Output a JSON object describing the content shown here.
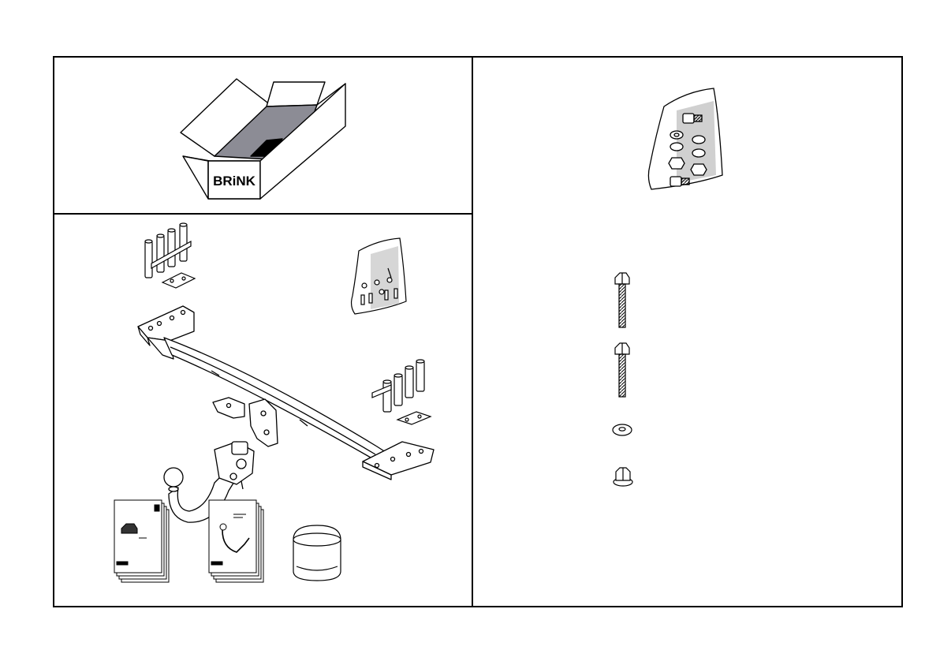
{
  "brand": {
    "logo_text": "BRiNK"
  },
  "colors": {
    "line": "#000000",
    "box_interior": "#8c8c95",
    "box_interior_dark": "#000000",
    "bag_shade": "#cfcfcf",
    "background": "#ffffff"
  },
  "panels": {
    "packaging": {
      "icon": "cardboard-box-icon"
    },
    "contents": {
      "icon": "towbar-kit-icon"
    },
    "hardware": {
      "icon": "fastener-bag-icon"
    }
  },
  "parts": {
    "spacers_left": {
      "icon": "spacer-tubes-icon",
      "count": 4
    },
    "spacers_right": {
      "icon": "spacer-tubes-icon",
      "count": 4
    },
    "hardware_bag": {
      "icon": "fastener-bag-icon"
    },
    "crossbar": {
      "icon": "towbar-crossbar-icon"
    },
    "ball_neck": {
      "icon": "detachable-towball-icon"
    },
    "manual_vehicle": {
      "icon": "vehicle-manual-icon"
    },
    "manual_towbar": {
      "icon": "towbar-manual-icon"
    },
    "ball_cover": {
      "icon": "ball-cap-icon"
    },
    "bolt_short": {
      "icon": "hex-bolt-short-icon"
    },
    "bolt_long": {
      "icon": "hex-bolt-long-icon"
    },
    "washer": {
      "icon": "washer-icon"
    },
    "nut": {
      "icon": "flange-nut-icon"
    }
  }
}
